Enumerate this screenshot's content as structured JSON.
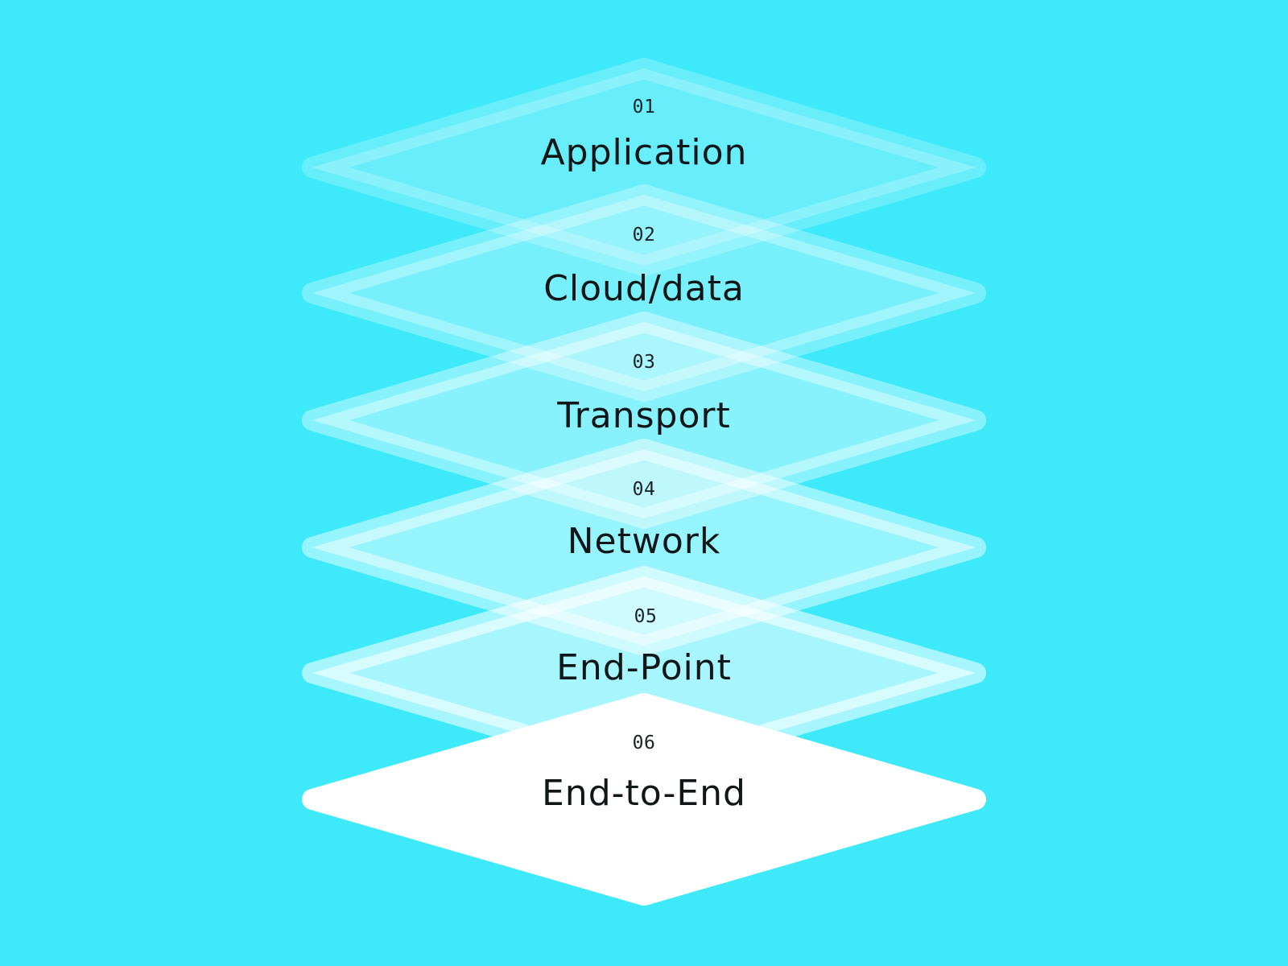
{
  "colors": {
    "background": "#3eeafa",
    "layer_fill": "#ffffff",
    "text": "#111618"
  },
  "layers": [
    {
      "number": "01",
      "title": "Application"
    },
    {
      "number": "02",
      "title": "Cloud/data"
    },
    {
      "number": "03",
      "title": "Transport"
    },
    {
      "number": "04",
      "title": "Network"
    },
    {
      "number": "05",
      "title": "End-Point"
    },
    {
      "number": "06",
      "title": "End-to-End"
    }
  ]
}
